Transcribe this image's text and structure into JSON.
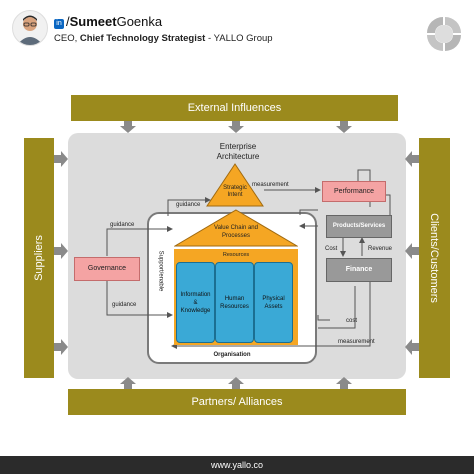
{
  "header": {
    "name_first": "Sumeet",
    "name_last": "Goenka",
    "linkedin_separator": "/",
    "subtitle_prefix": "CEO, ",
    "subtitle_role": "Chief Technology Strategist",
    "subtitle_suffix": " - YALLO Group"
  },
  "diagram": {
    "external_influences": "External Influences",
    "suppliers": "Suppliers",
    "clients": "Clients/Customers",
    "partners": "Partners/ Alliances",
    "enterprise_title_1": "Enterprise",
    "enterprise_title_2": "Architecture",
    "strategic_intent_1": "Strategic",
    "strategic_intent_2": "Intent",
    "value_chain_1": "Value Chain and",
    "value_chain_2": "Processes",
    "resources": "Resources",
    "info_knowledge_1": "Information",
    "info_knowledge_2": "&",
    "info_knowledge_3": "Knowledge",
    "human_resources_1": "Human",
    "human_resources_2": "Resources",
    "physical_assets_1": "Physical",
    "physical_assets_2": "Assets",
    "organisation": "Organisation",
    "governance": "Governance",
    "performance": "Performance",
    "products_services": "Products/Services",
    "finance": "Finance",
    "support_enable": "Support/enable",
    "guidance_top": "guidance",
    "guidance_left": "guidance",
    "guidance_bottom": "guidance",
    "measurement_top": "measurement",
    "measurement_bottom": "measurement",
    "cost_mid": "Cost",
    "revenue": "Revenue",
    "cost_bottom": "cost"
  },
  "footer": {
    "url": "www.yallo.co"
  },
  "colors": {
    "olive": "#9b8a1d",
    "orange": "#f5a623",
    "blue": "#3aa9d6",
    "pink": "#f4a3a3",
    "grey": "#999999"
  }
}
